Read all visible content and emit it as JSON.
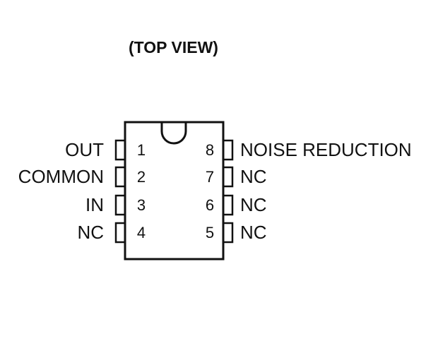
{
  "title": "(TOP VIEW)",
  "package": {
    "left_pins": [
      {
        "number": "1",
        "name": "OUT"
      },
      {
        "number": "2",
        "name": "COMMON"
      },
      {
        "number": "3",
        "name": "IN"
      },
      {
        "number": "4",
        "name": "NC"
      }
    ],
    "right_pins": [
      {
        "number": "8",
        "name": "NOISE REDUCTION"
      },
      {
        "number": "7",
        "name": "NC"
      },
      {
        "number": "6",
        "name": "NC"
      },
      {
        "number": "5",
        "name": "NC"
      }
    ]
  }
}
